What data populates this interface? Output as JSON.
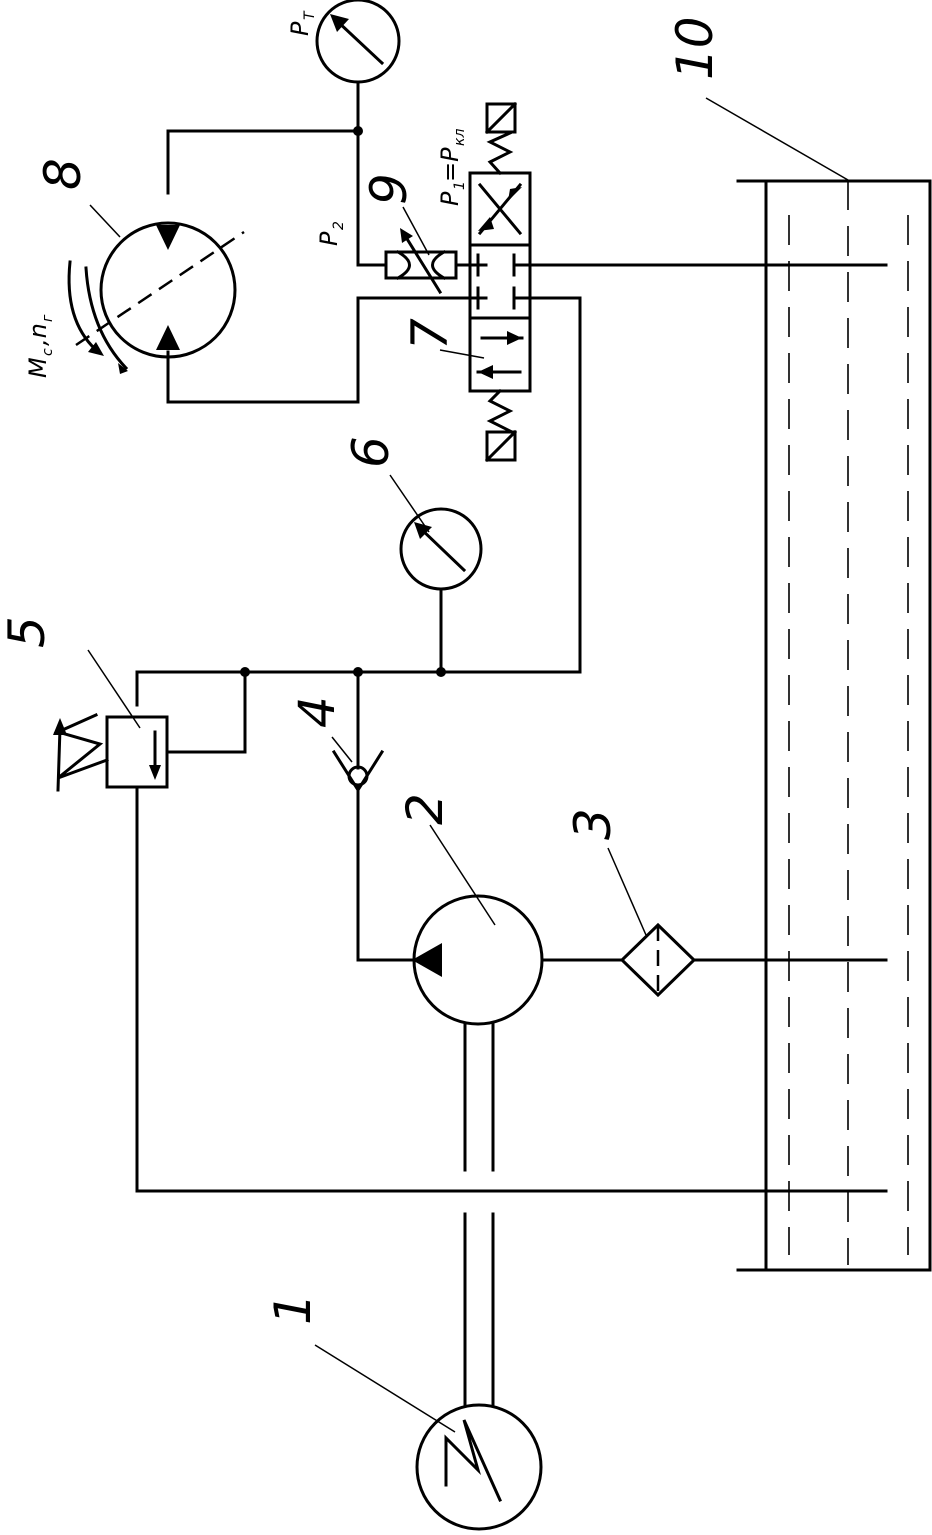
{
  "labels": {
    "n1": "1",
    "n2": "2",
    "n3": "3",
    "n4": "4",
    "n5": "5",
    "n6": "6",
    "n7": "7",
    "n8": "8",
    "n9": "9",
    "n10": "10",
    "pt": "P",
    "pt_sub": "T",
    "p2": "P",
    "p2_sub": "2",
    "p1": "P",
    "p1_sub": "1",
    "eq": "=P",
    "eq_sub": "кл",
    "mc": "M",
    "mc_sub": "c",
    "n_sym": ",n",
    "n_sub": "г"
  }
}
